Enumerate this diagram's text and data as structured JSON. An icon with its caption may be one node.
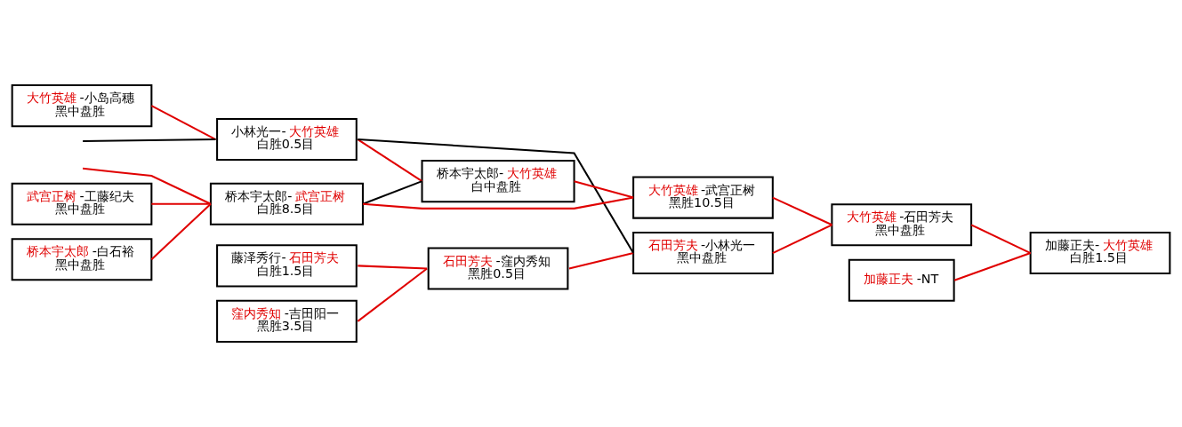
{
  "diagram": {
    "nodes": [
      {
        "text": [
          "大竹英雄-小岛高穗",
          "黑中盘胜"
        ]
      },
      {
        "text": [
          "武宫正树-工藤纪夫",
          "黑中盘胜"
        ]
      },
      {
        "text": [
          "桥本宇太郎-白石裕",
          "黑中盘胜"
        ]
      },
      {
        "text": [
          "小林光一-大竹英雄",
          "白胜0.5目"
        ]
      },
      {
        "text": [
          "桥本宇太郎-武宫正树",
          "白胜8.5目"
        ]
      },
      {
        "text": [
          "藤泽秀行-石田芳夫",
          "白胜1.5目"
        ]
      },
      {
        "text": [
          "窪内秀知-吉田阳一",
          "黑胜3.5目"
        ]
      },
      {
        "text": [
          "桥本宇太郎-大竹英雄",
          "白中盘胜"
        ]
      },
      {
        "text": [
          "石田芳夫-窪内秀知",
          "黑胜0.5目"
        ]
      },
      {
        "text": [
          "大竹英雄-武宫正树",
          "黑胜10.5目"
        ]
      },
      {
        "text": [
          "石田芳夫-小林光一",
          "黑中盘胜"
        ]
      },
      {
        "text": [
          "大竹英雄-石田芳夫",
          "黑中盘胜"
        ]
      },
      {
        "text": [
          "加藤正夫-NT"
        ]
      },
      {
        "text": [
          "加藤正夫-大竹英雄",
          "白胜1.5目"
        ]
      }
    ],
    "edges": [
      {
        "from": 0,
        "to": 3,
        "arrow": "none"
      },
      {
        "from": null,
        "to": 3,
        "arrow": "none",
        "color": "#000000"
      },
      {
        "from": null,
        "to": 4,
        "arrow": "none"
      },
      {
        "from": 1,
        "to": 4,
        "arrow": "none"
      },
      {
        "from": 2,
        "to": 4,
        "arrow": "none"
      },
      {
        "from": 3,
        "to": 7,
        "arrow": "none"
      },
      {
        "from": 3,
        "to": 10,
        "arrow": "none",
        "color": "#000000"
      },
      {
        "from": 4,
        "to": 7,
        "arrow": "none",
        "color": "#000000"
      },
      {
        "from": 4,
        "to": 9,
        "arrow": "none"
      },
      {
        "from": 5,
        "to": 8,
        "arrow": "none"
      },
      {
        "from": 6,
        "to": 8,
        "arrow": "none"
      },
      {
        "from": 7,
        "to": 9,
        "arrow": "none"
      },
      {
        "from": 8,
        "to": 10,
        "arrow": "none"
      },
      {
        "from": 9,
        "to": 11,
        "arrow": "none"
      },
      {
        "from": 10,
        "to": 11,
        "arrow": "none"
      },
      {
        "from": 11,
        "to": 13,
        "arrow": "none"
      },
      {
        "from": 12,
        "to": 13,
        "arrow": "none"
      }
    ]
  }
}
